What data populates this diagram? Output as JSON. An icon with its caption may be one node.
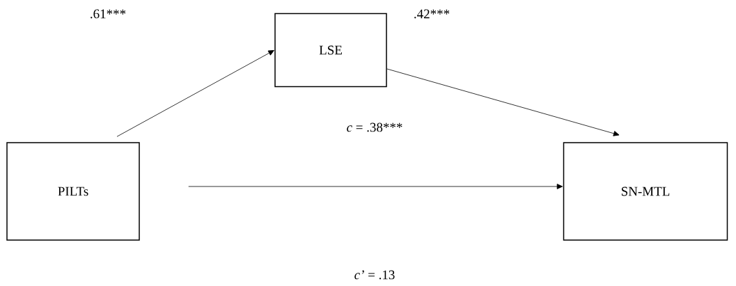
{
  "diagram": {
    "nodes": [
      {
        "text": [
          "PILTs"
        ]
      },
      {
        "text": [
          "LSE"
        ]
      },
      {
        "text": [
          "SN-MTL"
        ]
      }
    ],
    "edges": [
      {
        "from": 0,
        "to": 1,
        "arrow": "to"
      },
      {
        "from": 1,
        "to": 2,
        "arrow": "to"
      },
      {
        "from": 0,
        "to": 2,
        "arrow": "to"
      }
    ],
    "labels": [
      ".61***",
      ".42***",
      "*c* = .38***",
      "*c’* = .13"
    ]
  }
}
